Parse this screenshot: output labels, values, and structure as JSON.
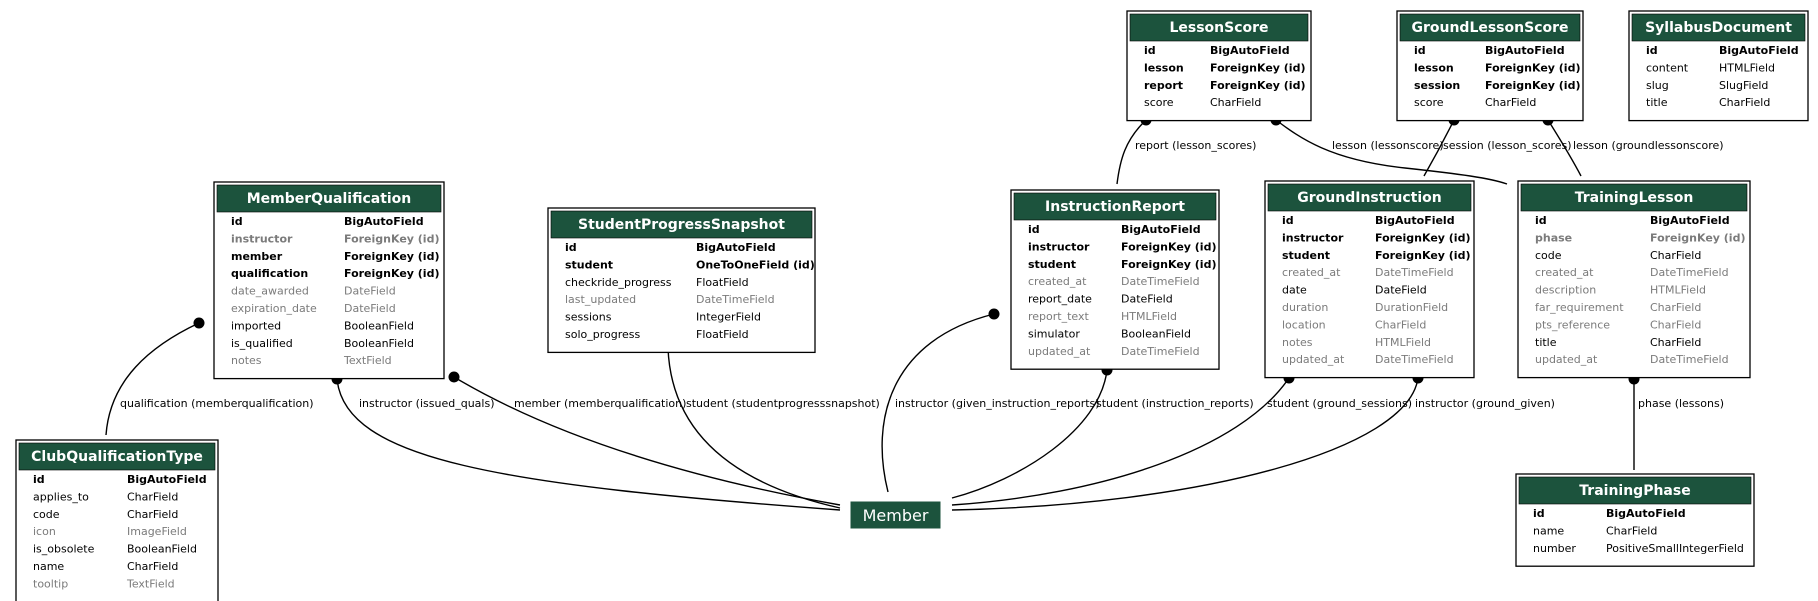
{
  "colors": {
    "header": "#1c533d",
    "border": "#000000",
    "muted": "#7b7b7b"
  },
  "entities": [
    {
      "key": "lessonscore",
      "title": "LessonScore",
      "fields": [
        {
          "name": "id",
          "type": "BigAutoField",
          "style": "bold"
        },
        {
          "name": "lesson",
          "type": "ForeignKey (id)",
          "style": "bold"
        },
        {
          "name": "report",
          "type": "ForeignKey (id)",
          "style": "bold"
        },
        {
          "name": "score",
          "type": "CharField",
          "style": "plain"
        }
      ]
    },
    {
      "key": "groundlessonscore",
      "title": "GroundLessonScore",
      "fields": [
        {
          "name": "id",
          "type": "BigAutoField",
          "style": "bold"
        },
        {
          "name": "lesson",
          "type": "ForeignKey (id)",
          "style": "bold"
        },
        {
          "name": "session",
          "type": "ForeignKey (id)",
          "style": "bold"
        },
        {
          "name": "score",
          "type": "CharField",
          "style": "plain"
        }
      ]
    },
    {
      "key": "syllabusdocument",
      "title": "SyllabusDocument",
      "fields": [
        {
          "name": "id",
          "type": "BigAutoField",
          "style": "bold"
        },
        {
          "name": "content",
          "type": "HTMLField",
          "style": "plain"
        },
        {
          "name": "slug",
          "type": "SlugField",
          "style": "plain"
        },
        {
          "name": "title",
          "type": "CharField",
          "style": "plain"
        }
      ]
    },
    {
      "key": "memberqualification",
      "title": "MemberQualification",
      "fields": [
        {
          "name": "id",
          "type": "BigAutoField",
          "style": "bold"
        },
        {
          "name": "instructor",
          "type": "ForeignKey (id)",
          "style": "boldgrey"
        },
        {
          "name": "member",
          "type": "ForeignKey (id)",
          "style": "bold"
        },
        {
          "name": "qualification",
          "type": "ForeignKey (id)",
          "style": "bold"
        },
        {
          "name": "date_awarded",
          "type": "DateField",
          "style": "grey"
        },
        {
          "name": "expiration_date",
          "type": "DateField",
          "style": "grey"
        },
        {
          "name": "imported",
          "type": "BooleanField",
          "style": "plain"
        },
        {
          "name": "is_qualified",
          "type": "BooleanField",
          "style": "plain"
        },
        {
          "name": "notes",
          "type": "TextField",
          "style": "grey"
        }
      ]
    },
    {
      "key": "studentprogresssnapshot",
      "title": "StudentProgressSnapshot",
      "fields": [
        {
          "name": "id",
          "type": "BigAutoField",
          "style": "bold"
        },
        {
          "name": "student",
          "type": "OneToOneField (id)",
          "style": "bold"
        },
        {
          "name": "checkride_progress",
          "type": "FloatField",
          "style": "plain"
        },
        {
          "name": "last_updated",
          "type": "DateTimeField",
          "style": "grey"
        },
        {
          "name": "sessions",
          "type": "IntegerField",
          "style": "plain"
        },
        {
          "name": "solo_progress",
          "type": "FloatField",
          "style": "plain"
        }
      ]
    },
    {
      "key": "instructionreport",
      "title": "InstructionReport",
      "fields": [
        {
          "name": "id",
          "type": "BigAutoField",
          "style": "bold"
        },
        {
          "name": "instructor",
          "type": "ForeignKey (id)",
          "style": "bold"
        },
        {
          "name": "student",
          "type": "ForeignKey (id)",
          "style": "bold"
        },
        {
          "name": "created_at",
          "type": "DateTimeField",
          "style": "grey"
        },
        {
          "name": "report_date",
          "type": "DateField",
          "style": "plain"
        },
        {
          "name": "report_text",
          "type": "HTMLField",
          "style": "grey"
        },
        {
          "name": "simulator",
          "type": "BooleanField",
          "style": "plain"
        },
        {
          "name": "updated_at",
          "type": "DateTimeField",
          "style": "grey"
        }
      ]
    },
    {
      "key": "groundinstruction",
      "title": "GroundInstruction",
      "fields": [
        {
          "name": "id",
          "type": "BigAutoField",
          "style": "bold"
        },
        {
          "name": "instructor",
          "type": "ForeignKey (id)",
          "style": "bold"
        },
        {
          "name": "student",
          "type": "ForeignKey (id)",
          "style": "bold"
        },
        {
          "name": "created_at",
          "type": "DateTimeField",
          "style": "grey"
        },
        {
          "name": "date",
          "type": "DateField",
          "style": "plain"
        },
        {
          "name": "duration",
          "type": "DurationField",
          "style": "grey"
        },
        {
          "name": "location",
          "type": "CharField",
          "style": "grey"
        },
        {
          "name": "notes",
          "type": "HTMLField",
          "style": "grey"
        },
        {
          "name": "updated_at",
          "type": "DateTimeField",
          "style": "grey"
        }
      ]
    },
    {
      "key": "traininglesson",
      "title": "TrainingLesson",
      "fields": [
        {
          "name": "id",
          "type": "BigAutoField",
          "style": "bold"
        },
        {
          "name": "phase",
          "type": "ForeignKey (id)",
          "style": "boldgrey"
        },
        {
          "name": "code",
          "type": "CharField",
          "style": "plain"
        },
        {
          "name": "created_at",
          "type": "DateTimeField",
          "style": "grey"
        },
        {
          "name": "description",
          "type": "HTMLField",
          "style": "grey"
        },
        {
          "name": "far_requirement",
          "type": "CharField",
          "style": "grey"
        },
        {
          "name": "pts_reference",
          "type": "CharField",
          "style": "grey"
        },
        {
          "name": "title",
          "type": "CharField",
          "style": "plain"
        },
        {
          "name": "updated_at",
          "type": "DateTimeField",
          "style": "grey"
        }
      ]
    },
    {
      "key": "clubqualificationtype",
      "title": "ClubQualificationType",
      "fields": [
        {
          "name": "id",
          "type": "BigAutoField",
          "style": "bold"
        },
        {
          "name": "applies_to",
          "type": "CharField",
          "style": "plain"
        },
        {
          "name": "code",
          "type": "CharField",
          "style": "plain"
        },
        {
          "name": "icon",
          "type": "ImageField",
          "style": "grey"
        },
        {
          "name": "is_obsolete",
          "type": "BooleanField",
          "style": "plain"
        },
        {
          "name": "name",
          "type": "CharField",
          "style": "plain"
        },
        {
          "name": "tooltip",
          "type": "TextField",
          "style": "grey"
        }
      ]
    },
    {
      "key": "trainingphase",
      "title": "TrainingPhase",
      "fields": [
        {
          "name": "id",
          "type": "BigAutoField",
          "style": "bold"
        },
        {
          "name": "name",
          "type": "CharField",
          "style": "plain"
        },
        {
          "name": "number",
          "type": "PositiveSmallIntegerField",
          "style": "plain"
        }
      ]
    }
  ],
  "member": {
    "label": "Member"
  },
  "edges": [
    {
      "key": "report-lesson-scores",
      "label": "report (lesson_scores)"
    },
    {
      "key": "lesson-lessonscore",
      "label": "lesson (lessonscore)"
    },
    {
      "key": "session-lesson-scores",
      "label": "session (lesson_scores)"
    },
    {
      "key": "lesson-groundlessonscore",
      "label": "lesson (groundlessonscore)"
    },
    {
      "key": "qualification-memberqualification",
      "label": "qualification (memberqualification)"
    },
    {
      "key": "instructor-issued-quals",
      "label": "instructor (issued_quals)"
    },
    {
      "key": "member-memberqualification",
      "label": "member (memberqualification)"
    },
    {
      "key": "student-studentprogresssnapshot",
      "label": "student (studentprogresssnapshot)"
    },
    {
      "key": "instructor-given-instruction-reports",
      "label": "instructor (given_instruction_reports)"
    },
    {
      "key": "student-instruction-reports",
      "label": "student (instruction_reports)"
    },
    {
      "key": "student-ground-sessions",
      "label": "student (ground_sessions)"
    },
    {
      "key": "instructor-ground-given",
      "label": "instructor (ground_given)"
    },
    {
      "key": "phase-lessons",
      "label": "phase (lessons)"
    }
  ]
}
